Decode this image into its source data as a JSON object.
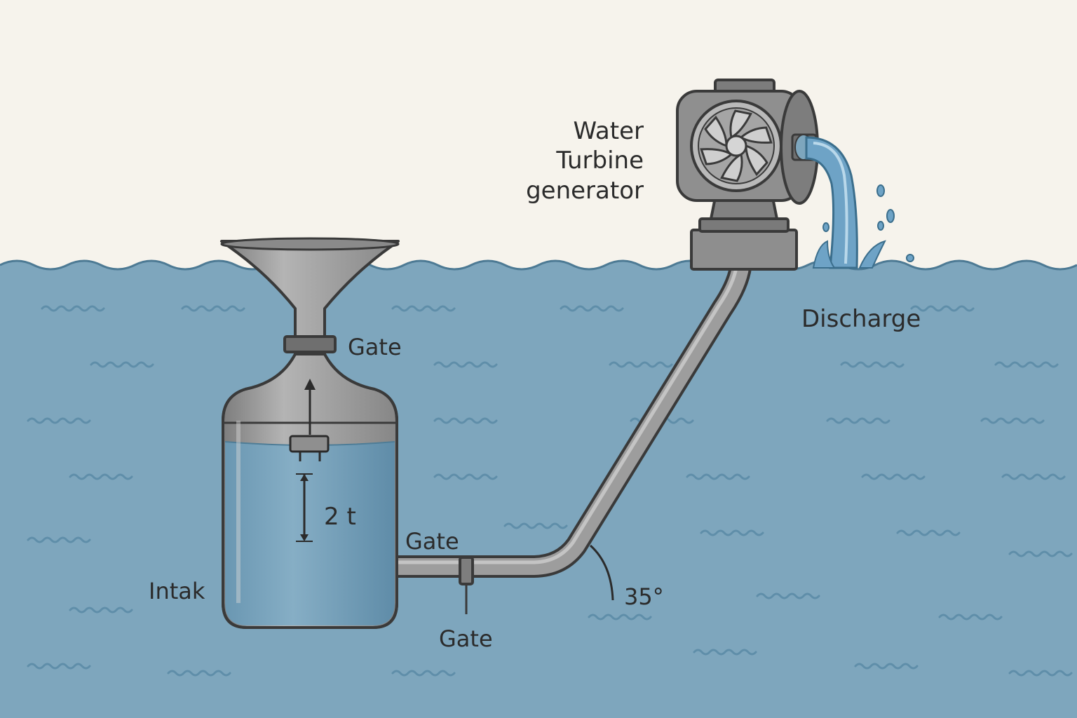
{
  "labels": {
    "turbine_line1": "Water",
    "turbine_line2": "Turbine",
    "turbine_line3": "generator",
    "discharge": "Discharge",
    "gate_top": "Gate",
    "gate_middle": "Gate",
    "gate_bottom": "Gate",
    "intake": "Intak",
    "lift": "2 t",
    "angle": "35°"
  },
  "colors": {
    "sky": "#f6f3ec",
    "water": "#7ea6bd",
    "water_in_tank": "#6d9ab4",
    "metal": "#9a9a9a",
    "outline": "#3a3a3a",
    "wave": "#5f8ea9"
  }
}
